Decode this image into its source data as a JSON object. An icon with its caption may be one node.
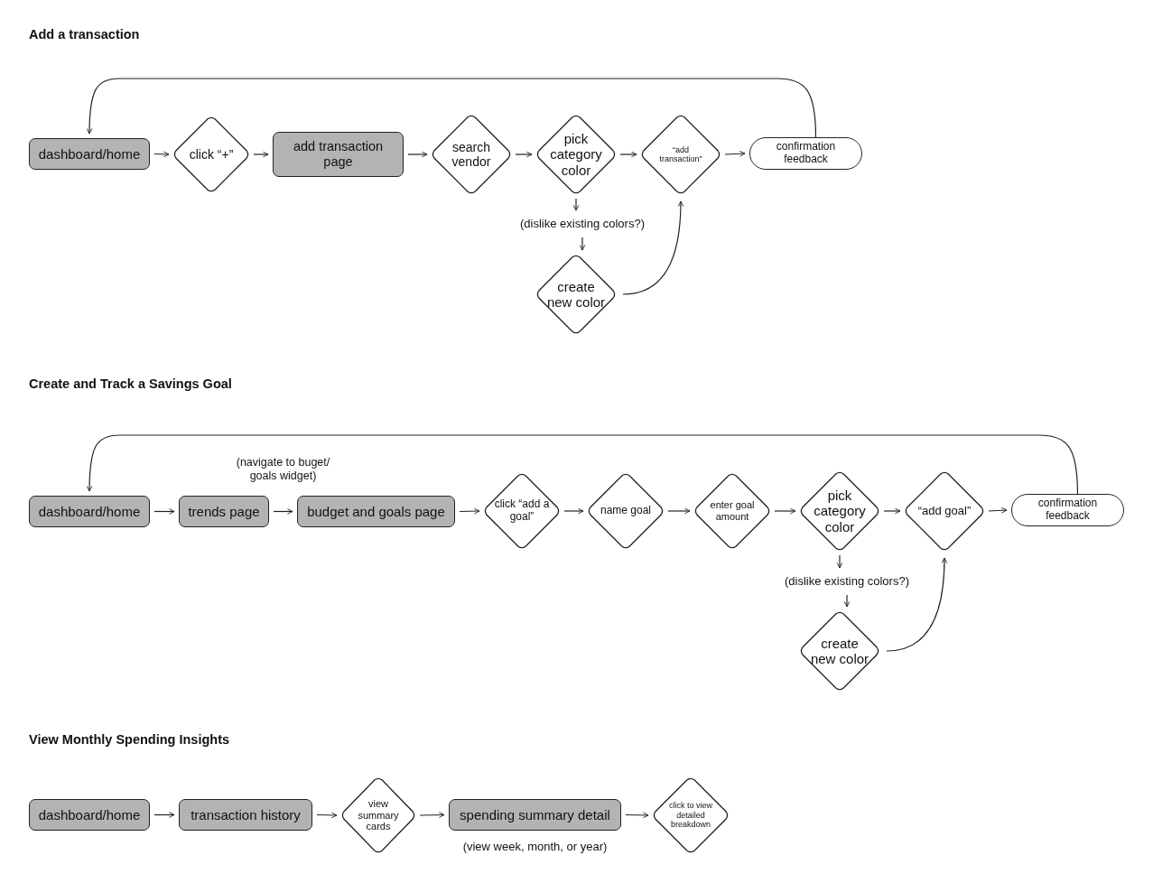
{
  "diagram": {
    "nodes": [
      {
        "text": [
          "dashboard/home"
        ]
      },
      {
        "text": [
          "click “+”"
        ]
      },
      {
        "text": [
          "add transaction page"
        ]
      },
      {
        "text": [
          "search vendor"
        ]
      },
      {
        "text": [
          "pick category color"
        ]
      },
      {
        "text": [
          "“add transaction”"
        ]
      },
      {
        "text": [
          "confirmation feedback"
        ]
      },
      {
        "text": [
          "(dislike existing colors?)"
        ]
      },
      {
        "text": [
          "create new color"
        ]
      },
      {
        "text": [
          "dashboard/home"
        ]
      },
      {
        "text": [
          "trends page"
        ]
      },
      {
        "text": [
          "budget and goals page"
        ]
      },
      {
        "text": [
          "click “add a goal”"
        ]
      },
      {
        "text": [
          "name goal"
        ]
      },
      {
        "text": [
          "enter goal amount"
        ]
      },
      {
        "text": [
          "pick category color"
        ]
      },
      {
        "text": [
          "“add goal”"
        ]
      },
      {
        "text": [
          "confirmation feedback"
        ]
      },
      {
        "text": [
          "(dislike existing colors?)"
        ]
      },
      {
        "text": [
          "create new color"
        ]
      },
      {
        "text": [
          "dashboard/home"
        ]
      },
      {
        "text": [
          "transaction history"
        ]
      },
      {
        "text": [
          "view summary cards"
        ]
      },
      {
        "text": [
          "spending summary detail"
        ],
        "beside": [
          "(view week, month, or year)"
        ]
      },
      {
        "text": [
          "click to view detailed breakdown"
        ]
      }
    ],
    "edges": [
      {
        "from": 0,
        "to": 1,
        "arrow": "to"
      },
      {
        "from": 1,
        "to": 2,
        "arrow": "to"
      },
      {
        "from": 2,
        "to": 3,
        "arrow": "to"
      },
      {
        "from": 3,
        "to": 4,
        "arrow": "to"
      },
      {
        "from": 4,
        "to": 5,
        "arrow": "to"
      },
      {
        "from": 5,
        "to": 6,
        "arrow": "to"
      },
      {
        "from": 6,
        "to": 0,
        "arrow": "to"
      },
      {
        "from": 4,
        "to": 7,
        "arrow": "to"
      },
      {
        "from": 7,
        "to": 8,
        "arrow": "to"
      },
      {
        "from": 8,
        "to": 5,
        "arrow": "to"
      },
      {
        "from": 9,
        "to": 10,
        "arrow": "to"
      },
      {
        "from": 10,
        "to": 11,
        "arrow": "to",
        "label": "(navigate to buget/ goals widget)"
      },
      {
        "from": 11,
        "to": 12,
        "arrow": "to"
      },
      {
        "from": 12,
        "to": 13,
        "arrow": "to"
      },
      {
        "from": 13,
        "to": 14,
        "arrow": "to"
      },
      {
        "from": 14,
        "to": 15,
        "arrow": "to"
      },
      {
        "from": 15,
        "to": 16,
        "arrow": "to"
      },
      {
        "from": 16,
        "to": 17,
        "arrow": "to"
      },
      {
        "from": 17,
        "to": 9,
        "arrow": "to"
      },
      {
        "from": 15,
        "to": 18,
        "arrow": "to"
      },
      {
        "from": 18,
        "to": 19,
        "arrow": "to"
      },
      {
        "from": 19,
        "to": 16,
        "arrow": "to"
      },
      {
        "from": 20,
        "to": 21,
        "arrow": "to"
      },
      {
        "from": 21,
        "to": 22,
        "arrow": "to"
      },
      {
        "from": 22,
        "to": 23,
        "arrow": "to"
      },
      {
        "from": 23,
        "to": 24,
        "arrow": "to"
      }
    ],
    "labels": [
      "Add a transaction",
      "Create and Track a Savings Goal",
      "View Monthly Spending Insights"
    ]
  }
}
